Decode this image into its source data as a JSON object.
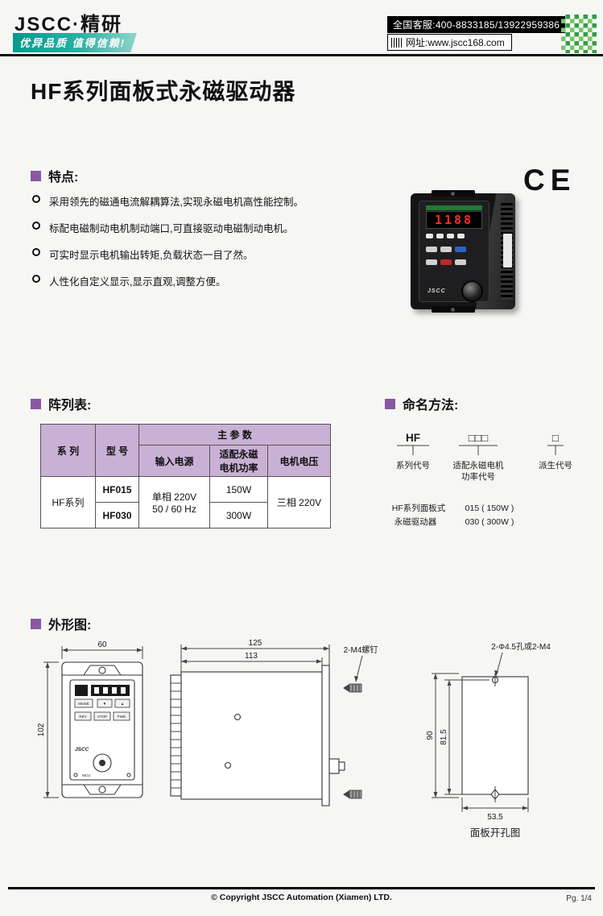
{
  "header": {
    "logo": "JSCC·精研",
    "slogan": "优异品质 值得信赖!",
    "hotline": "全国客服:400-8833185/13922959386",
    "website": "网址:www.jscc168.com"
  },
  "page": {
    "title": "HF系列面板式永磁驱动器"
  },
  "features": {
    "heading": "特点:",
    "items": [
      "采用领先的磁通电流解耦算法,实现永磁电机高性能控制。",
      "标配电磁制动电机制动端口,可直接驱动电磁制动电机。",
      "可实时显示电机输出转矩,负载状态一目了然。",
      "人性化自定义显示,显示直观,调整方便。"
    ],
    "ce": "CE"
  },
  "product": {
    "display_value": "1188",
    "brand": "JSCC"
  },
  "spec_table": {
    "heading": "阵列表:",
    "col_series": "系 列",
    "col_model": "型 号",
    "col_main": "主 参 数",
    "col_input": "输入电源",
    "col_power_l1": "适配永磁",
    "col_power_l2": "电机功率",
    "col_voltage": "电机电压",
    "series": "HF系列",
    "input_l1": "单相 220V",
    "input_l2": "50 / 60 Hz",
    "voltage": "三相 220V",
    "rows": [
      {
        "model": "HF015",
        "power": "150W"
      },
      {
        "model": "HF030",
        "power": "300W"
      }
    ]
  },
  "naming": {
    "heading": "命名方法:",
    "series_code": "HF",
    "power_boxes": "□□□",
    "derive_box": "□",
    "label_series": "系列代号",
    "label_power_l1": "适配永磁电机",
    "label_power_l2": "功率代号",
    "label_derive": "派生代号",
    "desc_l1": "HF系列面板式",
    "desc_l2": "永磁驱动器",
    "power_code_1": "015 ( 150W )",
    "power_code_2": "030 ( 300W )"
  },
  "outline": {
    "heading": "外形图:",
    "front": {
      "dim_width": "60",
      "dim_height": "102",
      "btn_mode": "MODE",
      "btn_down": "▼",
      "btn_up": "▲",
      "btn_rev": "REV",
      "btn_stop": "STOP",
      "btn_fwd": "FWD",
      "brand": "JSCC",
      "mcu": "MCU"
    },
    "side": {
      "dim_width": "125",
      "dim_inner": "113",
      "screw_label": "2-M4螺钉"
    },
    "cutout": {
      "hole_label": "2-Φ4.5孔或2-M4",
      "dim_outer": "90",
      "dim_inner": "81.5",
      "dim_width": "53.5",
      "caption": "面板开孔图"
    }
  },
  "footer": {
    "copyright": "© Copyright JSCC Automation (Xiamen) LTD.",
    "page": "Pg. 1/4"
  }
}
